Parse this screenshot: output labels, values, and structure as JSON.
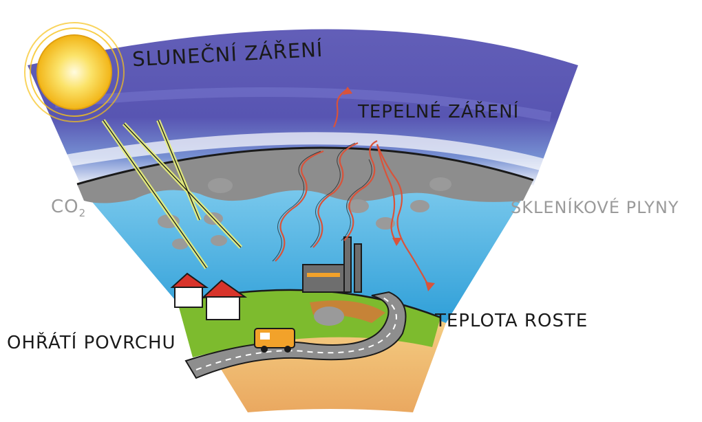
{
  "labels": {
    "solar_radiation": "SLUNEČNÍ ZÁŘENÍ",
    "thermal_radiation": "TEPELNÉ ZÁŘENÍ",
    "co2_main": "CO",
    "co2_sub": "2",
    "greenhouse_gases": "SKLENÍKOVÉ PLYNY",
    "temperature_rises": "TEPLOTA ROSTE",
    "surface_heating": "OHŘÁTÍ POVRCHU"
  },
  "colors": {
    "sky_violet": "#4a47a8",
    "sky_blue": "#3ea6dc",
    "gas_layer": "#8d8d8d",
    "sun": "#f6c21a",
    "solar_arrow": "#e8f07a",
    "heat_arrow": "#d9533a",
    "ground_green": "#7dbb2e",
    "soil": "#f0c070",
    "house_roof": "#d8342b",
    "truck": "#f2a22a"
  }
}
